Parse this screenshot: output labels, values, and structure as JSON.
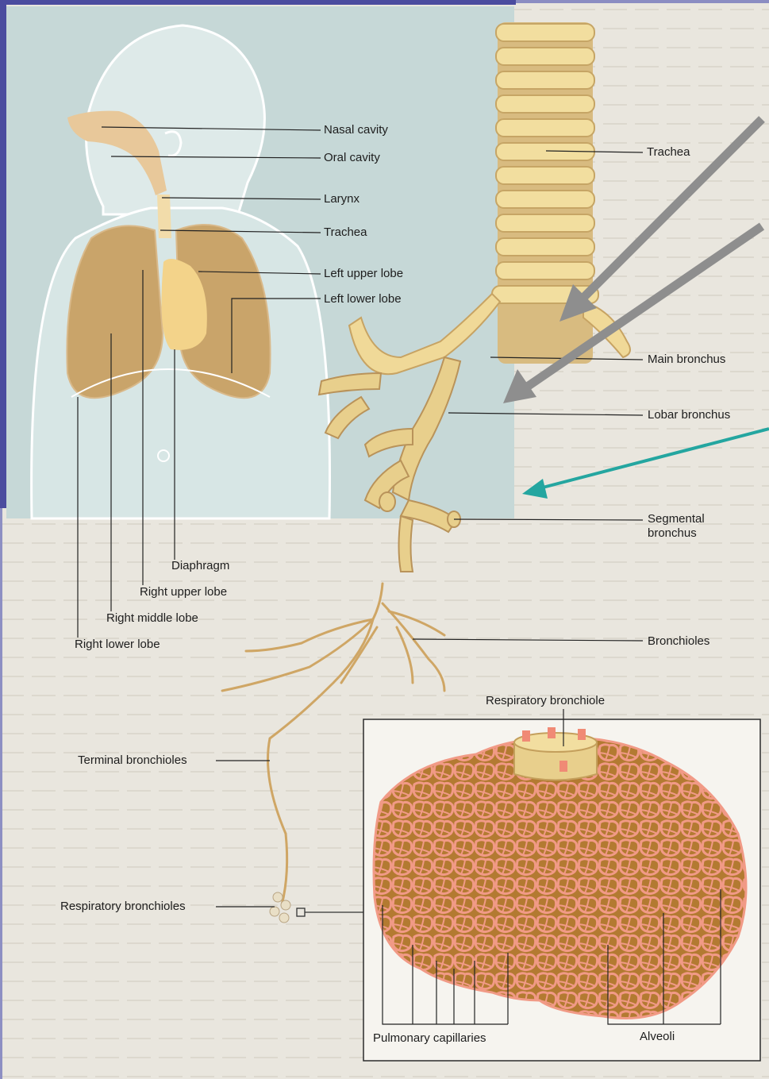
{
  "labels": {
    "nasal_cavity": "Nasal cavity",
    "oral_cavity": "Oral cavity",
    "larynx": "Larynx",
    "trachea_small": "Trachea",
    "left_upper_lobe": "Left upper lobe",
    "left_lower_lobe": "Left lower lobe",
    "diaphragm": "Diaphragm",
    "right_upper_lobe": "Right upper lobe",
    "right_middle_lobe": "Right middle lobe",
    "right_lower_lobe": "Right lower lobe",
    "trachea": "Trachea",
    "main_bronchus": "Main bronchus",
    "lobar_bronchus": "Lobar bronchus",
    "segmental_bronchus": "Segmental bronchus",
    "bronchioles": "Bronchioles",
    "terminal_bronchioles": "Terminal bronchioles",
    "respiratory_bronchioles": "Respiratory bronchioles",
    "respiratory_bronchiole": "Respiratory bronchiole",
    "pulmonary_capillaries": "Pulmonary capillaries",
    "alveoli": "Alveoli"
  },
  "colors": {
    "frame_blue": "#4b4c9f",
    "panel_teal": "#c6d8d7",
    "lung_tan": "#c9a46a",
    "airway_yellow": "#f1dc9c",
    "airway_tan": "#d8bb80",
    "alveoli_brown": "#b4792f",
    "capillary_pink": "#f0907d",
    "arrow_gray": "#8e8e8e",
    "arrow_teal": "#24a6a0"
  }
}
